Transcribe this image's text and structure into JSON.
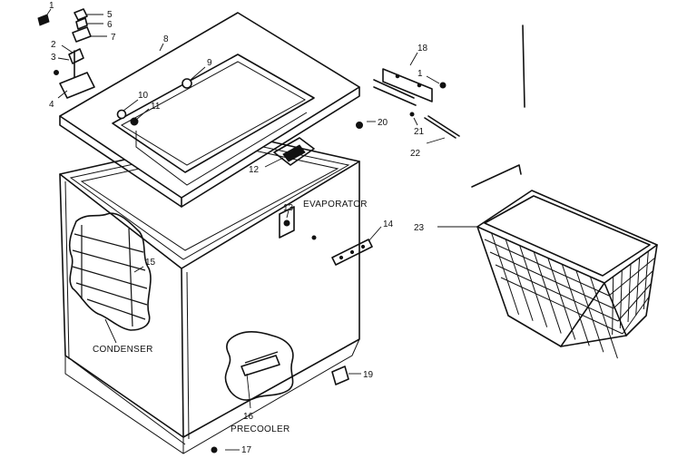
{
  "callouts": {
    "c1": "1",
    "c2": "2",
    "c3": "3",
    "c4": "4",
    "c5": "5",
    "c6": "6",
    "c7": "7",
    "c8": "8",
    "c9": "9",
    "c10": "10",
    "c11": "11",
    "c12": "12",
    "c13": "13",
    "c14": "14",
    "c15": "15",
    "c16": "16",
    "c17": "17",
    "c18": "18",
    "c19": "19",
    "c20": "20",
    "c21": "21",
    "c22": "22",
    "c23": "23",
    "c1b": "1"
  },
  "components": {
    "evaporator": "EVAPORATOR",
    "condenser": "CONDENSER",
    "precooler": "PRECOOLER"
  }
}
